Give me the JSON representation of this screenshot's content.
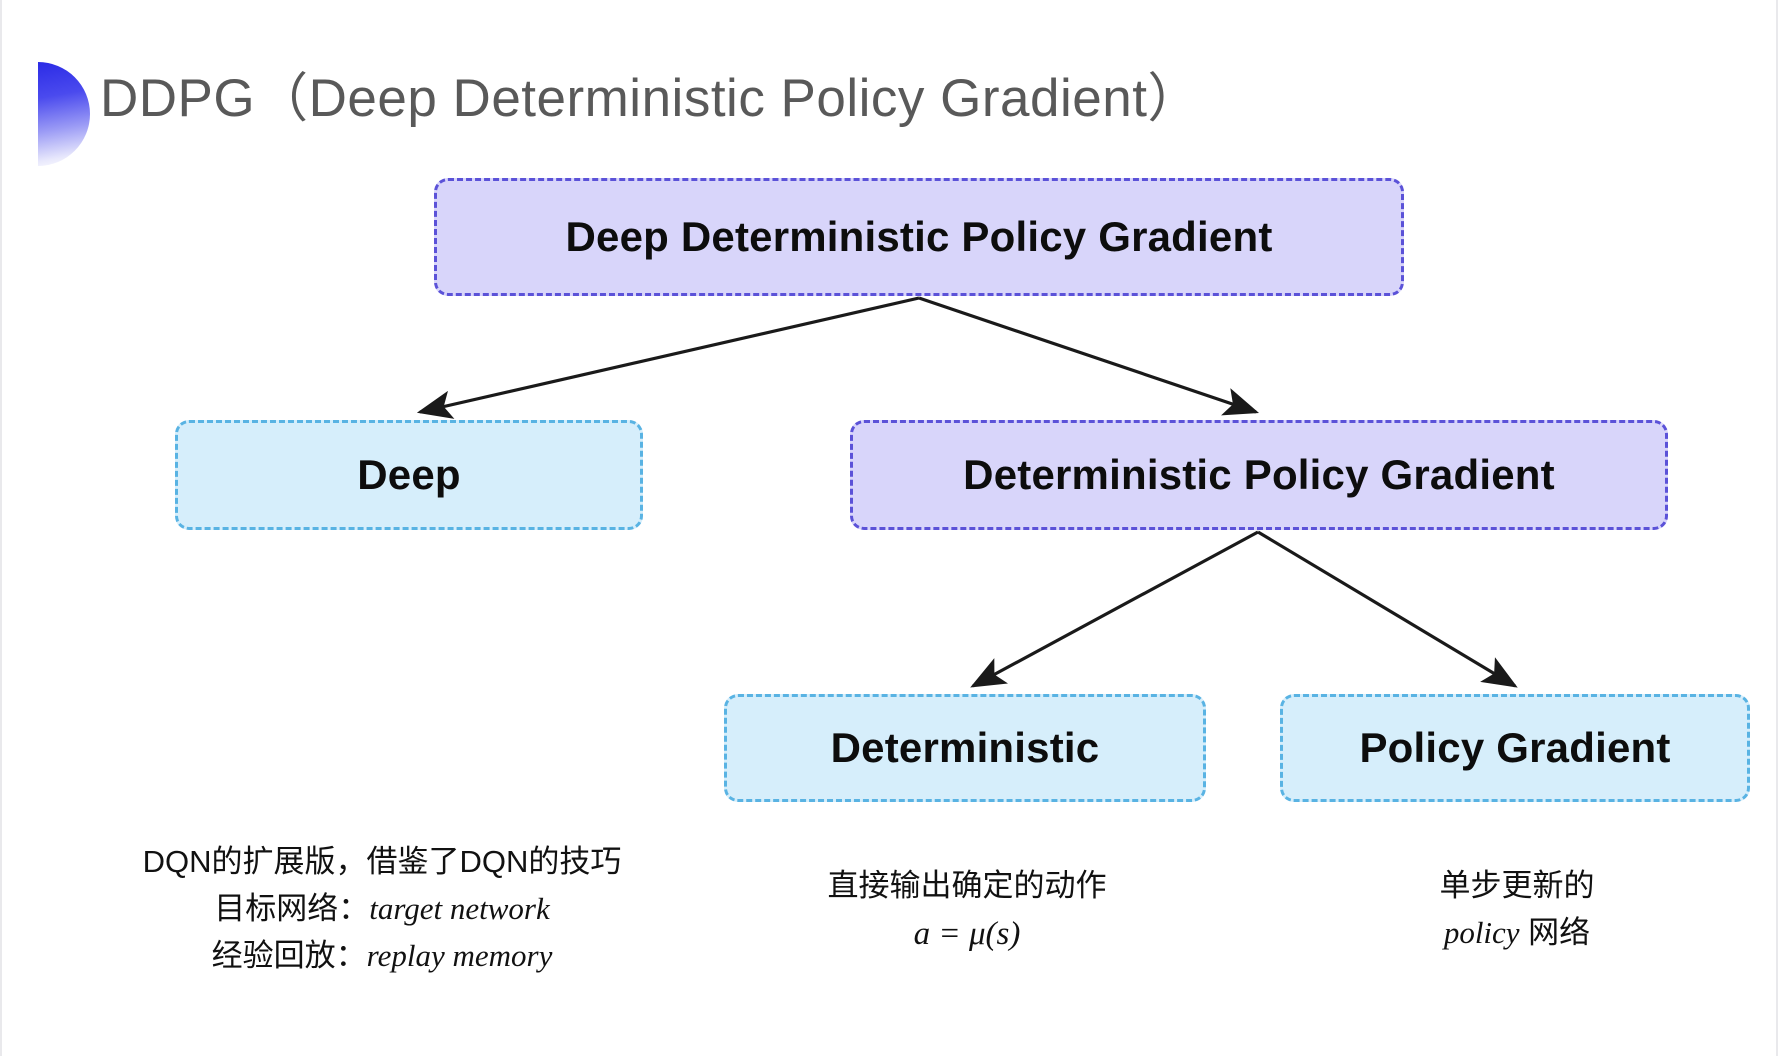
{
  "slide": {
    "title": "DDPG（Deep Deterministic Policy Gradient）",
    "background_color": "#ffffff",
    "accent_color": "#2b2be6"
  },
  "colors": {
    "purple_fill": "#d8d5fa",
    "purple_border": "#5b52d8",
    "blue_fill": "#d6eefb",
    "blue_border": "#59b3e3",
    "arrow": "#1a1a1a",
    "title_text": "#595959"
  },
  "nodes": {
    "root": {
      "label": "Deep Deterministic Policy Gradient",
      "style": "purple"
    },
    "deep": {
      "label": "Deep",
      "style": "blue"
    },
    "dpg": {
      "label": "Deterministic Policy Gradient",
      "style": "purple"
    },
    "deterministic": {
      "label": "Deterministic",
      "style": "blue"
    },
    "policy_gradient": {
      "label": "Policy Gradient",
      "style": "blue"
    }
  },
  "captions": {
    "deep": {
      "line1": "DQN的扩展版，借鉴了DQN的技巧",
      "line2_label": "目标网络：",
      "line2_term": "target network",
      "line3_label": "经验回放：",
      "line3_term": "replay memory"
    },
    "deterministic": {
      "line1": "直接输出确定的动作",
      "formula": "a = μ(s)"
    },
    "policy_gradient": {
      "line1": "单步更新的",
      "line2_term": "policy",
      "line2_label": " 网络"
    }
  },
  "edges": [
    {
      "from": "root",
      "to": "deep"
    },
    {
      "from": "root",
      "to": "dpg"
    },
    {
      "from": "dpg",
      "to": "deterministic"
    },
    {
      "from": "dpg",
      "to": "policy_gradient"
    }
  ]
}
